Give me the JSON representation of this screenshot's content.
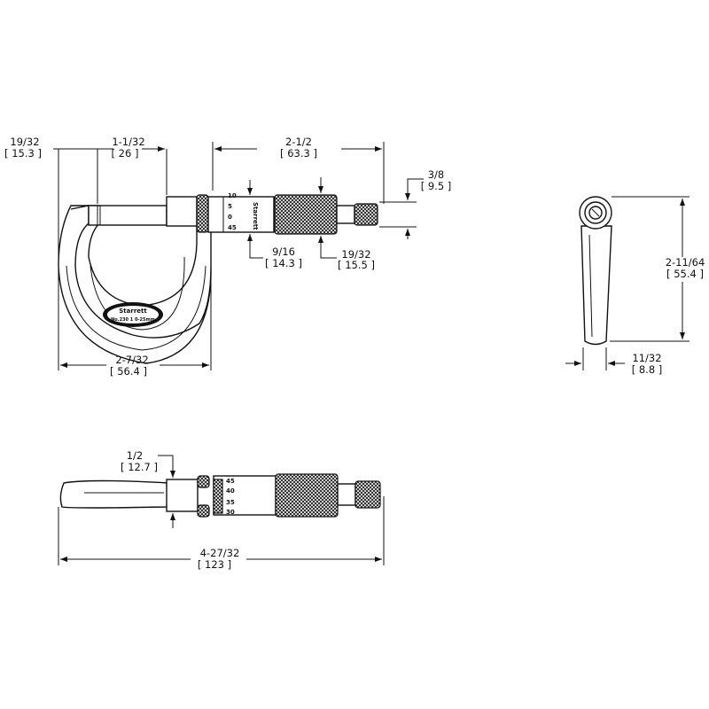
{
  "drawing": {
    "brand": "Starrett",
    "model_plate": "No.230 1 0-25mm",
    "thimble_marks_front": [
      "10",
      "5",
      "0",
      "45"
    ],
    "thimble_marks_top": [
      "45",
      "40",
      "35",
      "30"
    ]
  },
  "dimensions": {
    "anvil_offset": {
      "imperial": "19/32",
      "metric": "[ 15.3 ]"
    },
    "throat_opening": {
      "imperial": "1-1/32",
      "metric": "[ 26 ]"
    },
    "spindle_length": {
      "imperial": "2-1/2",
      "metric": "[ 63.3 ]"
    },
    "ratchet_diameter": {
      "imperial": "3/8",
      "metric": "[ 9.5 ]"
    },
    "thimble_diameter": {
      "imperial": "9/16",
      "metric": "[ 14.3 ]"
    },
    "sleeve_diameter": {
      "imperial": "19/32",
      "metric": "[ 15.5 ]"
    },
    "frame_width": {
      "imperial": "2-7/32",
      "metric": "[ 56.4 ]"
    },
    "frame_height": {
      "imperial": "2-11/64",
      "metric": "[ 55.4 ]"
    },
    "frame_thickness": {
      "imperial": "11/32",
      "metric": "[ 8.8 ]"
    },
    "barrel_diameter": {
      "imperial": "1/2",
      "metric": "[ 12.7 ]"
    },
    "overall_length": {
      "imperial": "4-27/32",
      "metric": "[ 123 ]"
    }
  }
}
